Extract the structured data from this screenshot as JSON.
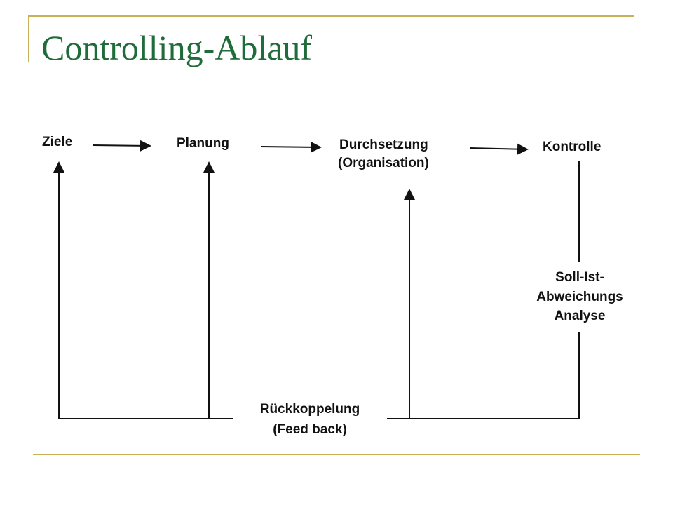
{
  "slide": {
    "title": "Controlling-Ablauf"
  },
  "diagram": {
    "steps": {
      "ziele": "Ziele",
      "planung": "Planung",
      "durchsetzung_line1": "Durchsetzung",
      "durchsetzung_line2": "(Organisation)",
      "kontrolle": "Kontrolle"
    },
    "analysis": {
      "line1": "Soll-Ist-",
      "line2": "Abweichungs",
      "line3": "Analyse"
    },
    "feedback": {
      "line1": "Rückkoppelung",
      "line2": "(Feed back)"
    }
  }
}
